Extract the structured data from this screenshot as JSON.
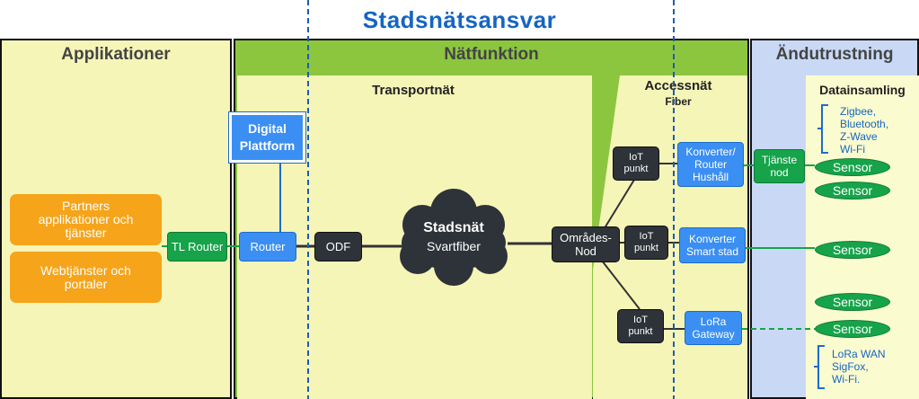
{
  "title": "Stadsnätsansvar",
  "zones": {
    "applications": "Applikationer",
    "network": "Nätfunktion",
    "end_equipment": "Ändutrustning"
  },
  "subzones": {
    "transport": "Transportnät",
    "access": "Accessnät",
    "access_sub": "Fiber",
    "data_collection": "Datainsamling"
  },
  "nodes": {
    "digital_platform": "Digital Plattform",
    "partners": "Partners applikationer och tjänster",
    "web_services": "Webtjänster och portaler",
    "tl_router": "TL Router",
    "router": "Router",
    "odf": "ODF",
    "cloud_title": "Stadsnät",
    "cloud_sub": "Svartfiber",
    "area_node": "Områdes-Nod",
    "iot_1": "IoT punkt",
    "iot_2": "IoT punkt",
    "iot_3": "IoT punkt",
    "converter_router": "Konverter/ Router Hushåll",
    "converter_smart": "Konverter Smart stad",
    "lora_gateway": "LoRa Gateway",
    "service_node": "Tjänste nod"
  },
  "sensors": [
    "Sensor",
    "Sensor",
    "Sensor",
    "Sensor",
    "Sensor"
  ],
  "protocols_top": [
    "Zigbee,",
    "Bluetooth,",
    "Z-Wave",
    "Wi-Fi"
  ],
  "protocols_bottom": [
    "LoRa WAN",
    "SigFox,",
    "Wi-Fi."
  ],
  "colors": {
    "title_blue": "#1565c0",
    "app_bg": "#f5f5b8",
    "network_bg": "#8cc63f",
    "end_bg": "#c9d9f5",
    "green_box": "#16a34a",
    "blue_box": "#3b8ff2",
    "dark_box": "#2d3338",
    "orange_box": "#f6a41a"
  }
}
